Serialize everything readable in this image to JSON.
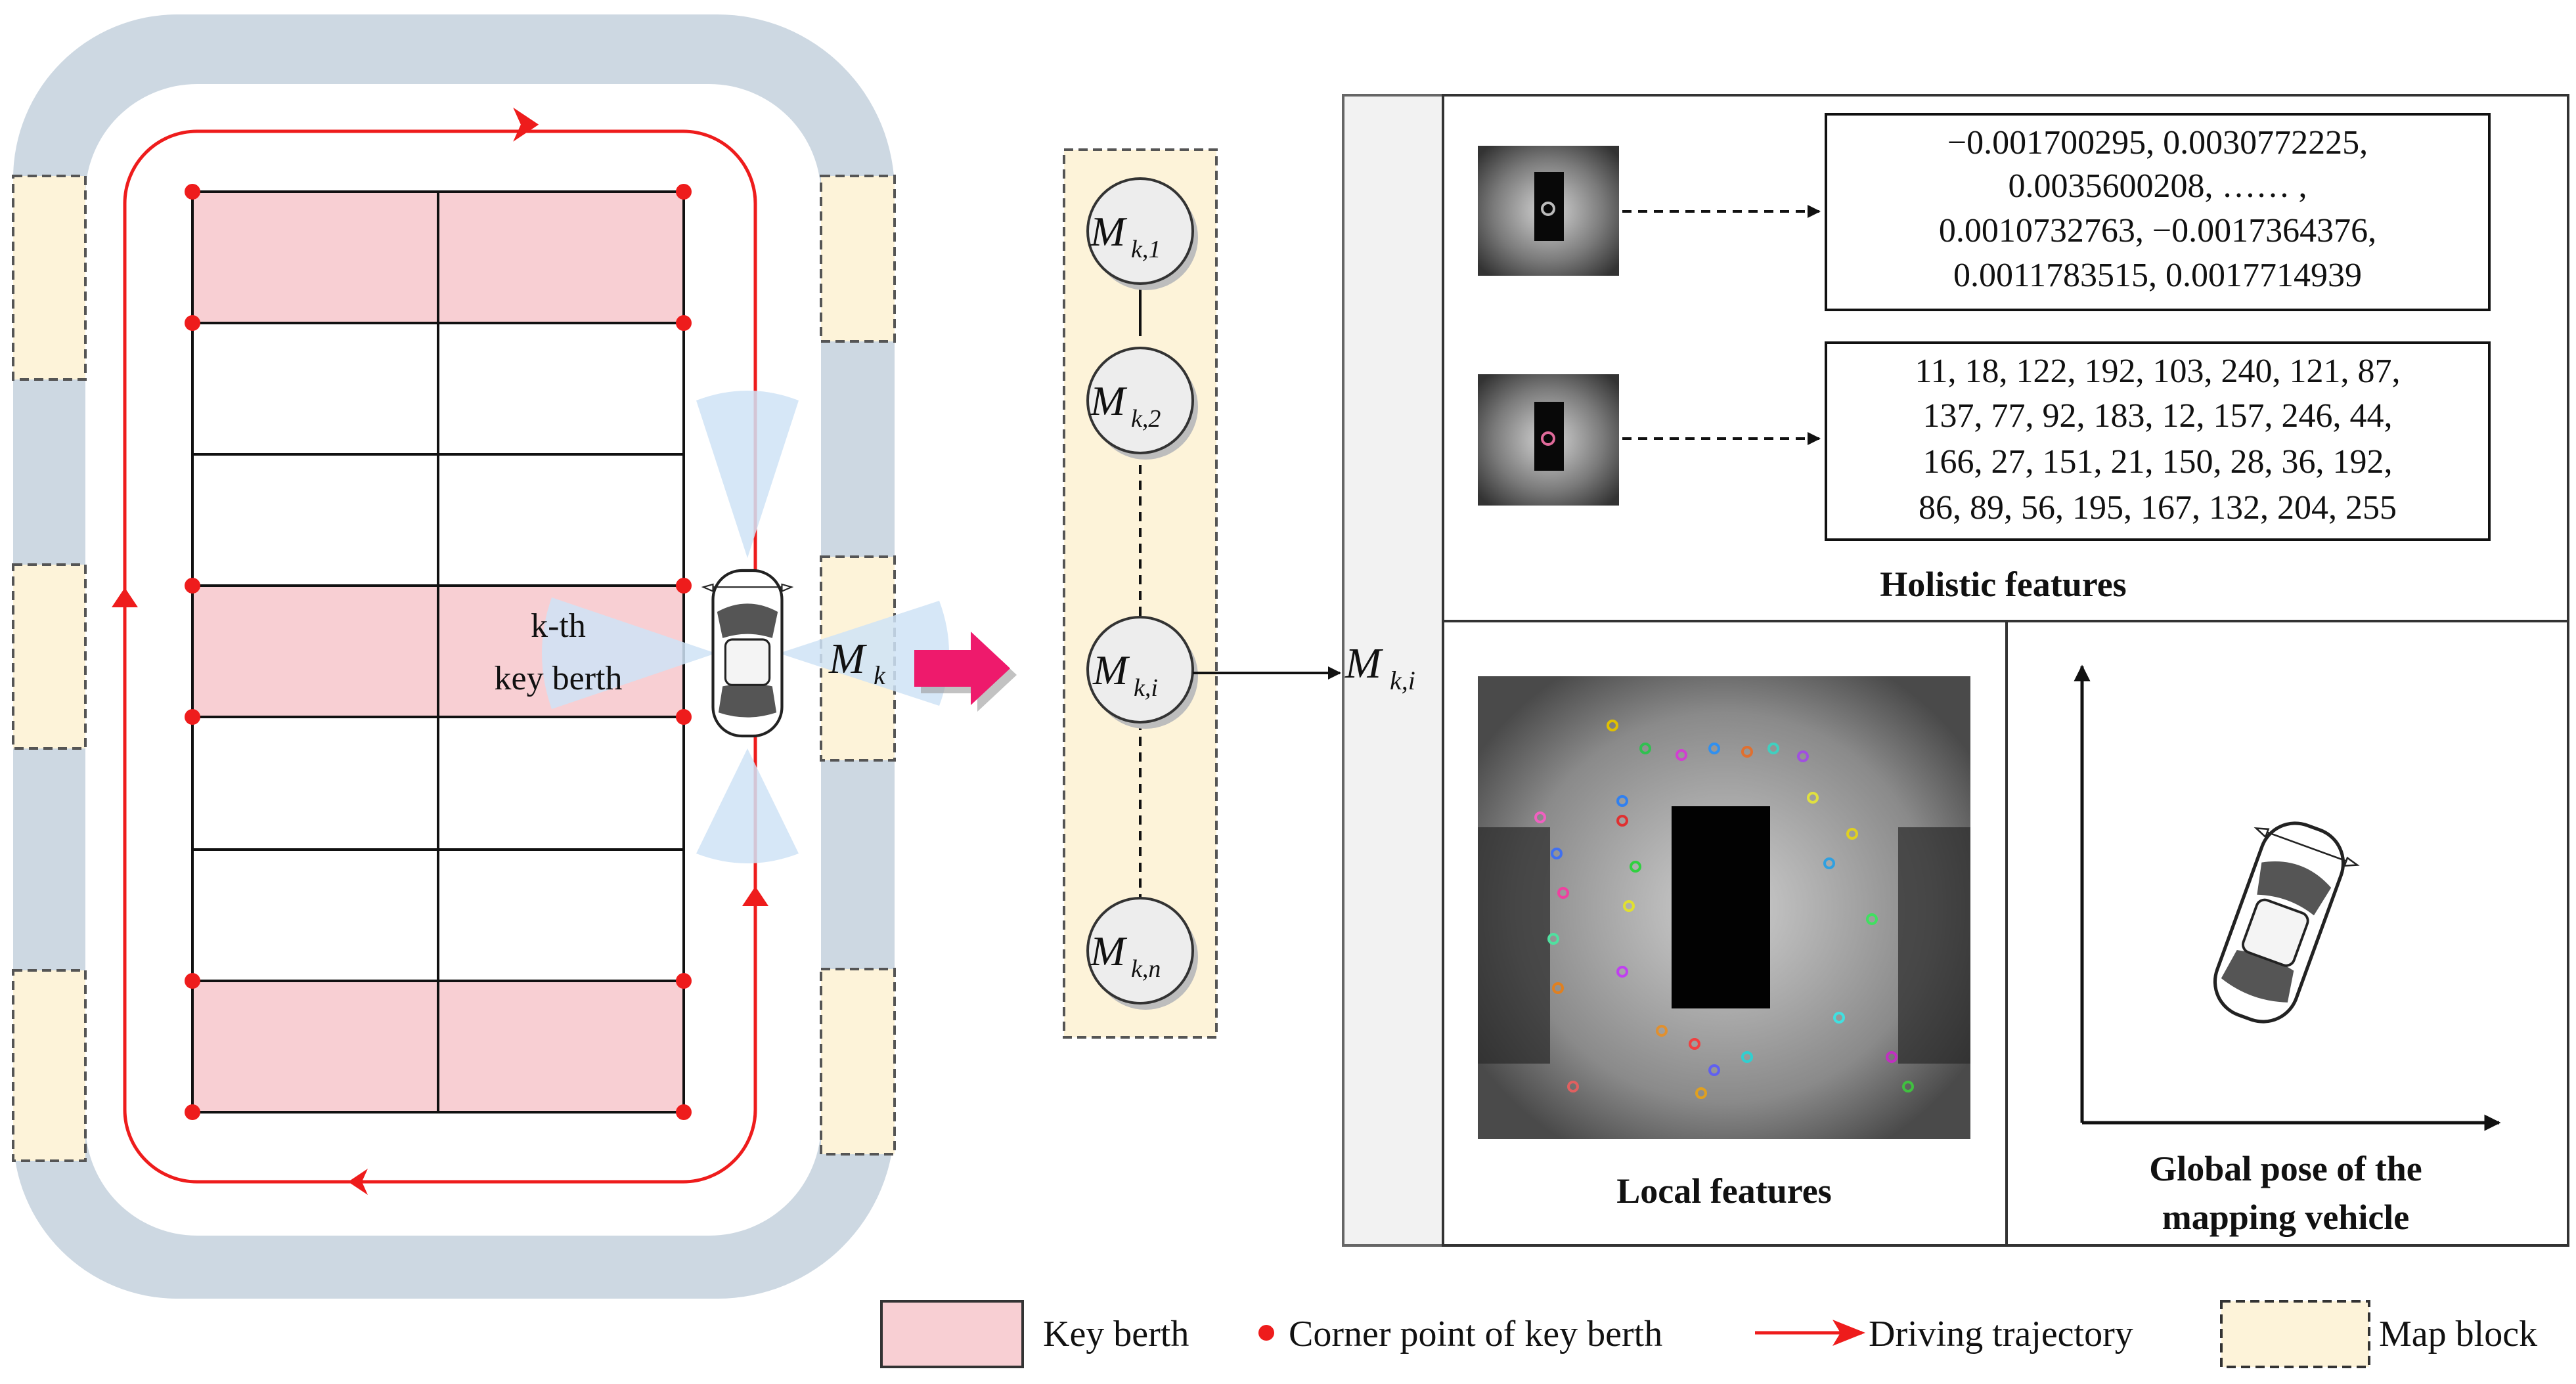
{
  "colors": {
    "road": "#cdd8e2",
    "key_berth": "#f8cfd3",
    "map_block": "#fdf3d9",
    "trajectory": "#ee1c1c",
    "big_arrow": "#ee1a6c",
    "node_fill": "#ededed",
    "sensor_cone": "#cfe3f6"
  },
  "parking": {
    "key_berth_label_line1": "k-th",
    "key_berth_label_line2": "key berth",
    "map_block_label": "M",
    "map_block_label_sub": "k"
  },
  "pose_graph": {
    "nodes": [
      {
        "base": "M",
        "sub": "k,1"
      },
      {
        "base": "M",
        "sub": "k,2"
      },
      {
        "base": "M",
        "sub": "k,i"
      },
      {
        "base": "M",
        "sub": "k,n"
      }
    ]
  },
  "block_panel": {
    "side_label": "M",
    "side_label_sub": "k,i",
    "holistic": {
      "vector1_lines": [
        "−0.001700295,  0.0030772225,",
        "0.0035600208,  ……  ,",
        "0.0010732763,  −0.0017364376,",
        "0.0011783515,  0.0017714939"
      ],
      "vector2_lines": [
        "11,  18, 122, 192, 103, 240, 121,  87,",
        "137,  77,  92, 183,  12, 157, 246,  44,",
        "166,  27, 151,  21, 150,  28,  36, 192,",
        "86,  89,  56, 195, 167, 132, 204, 255"
      ],
      "title": "Holistic features"
    },
    "local_title": "Local features",
    "pose_title_line1": "Global pose of  the",
    "pose_title_line2": "mapping vehicle"
  },
  "legend": {
    "key_berth": "Key berth",
    "corner_point": "Corner point of key berth",
    "trajectory": "Driving trajectory",
    "map_block": "Map block"
  }
}
